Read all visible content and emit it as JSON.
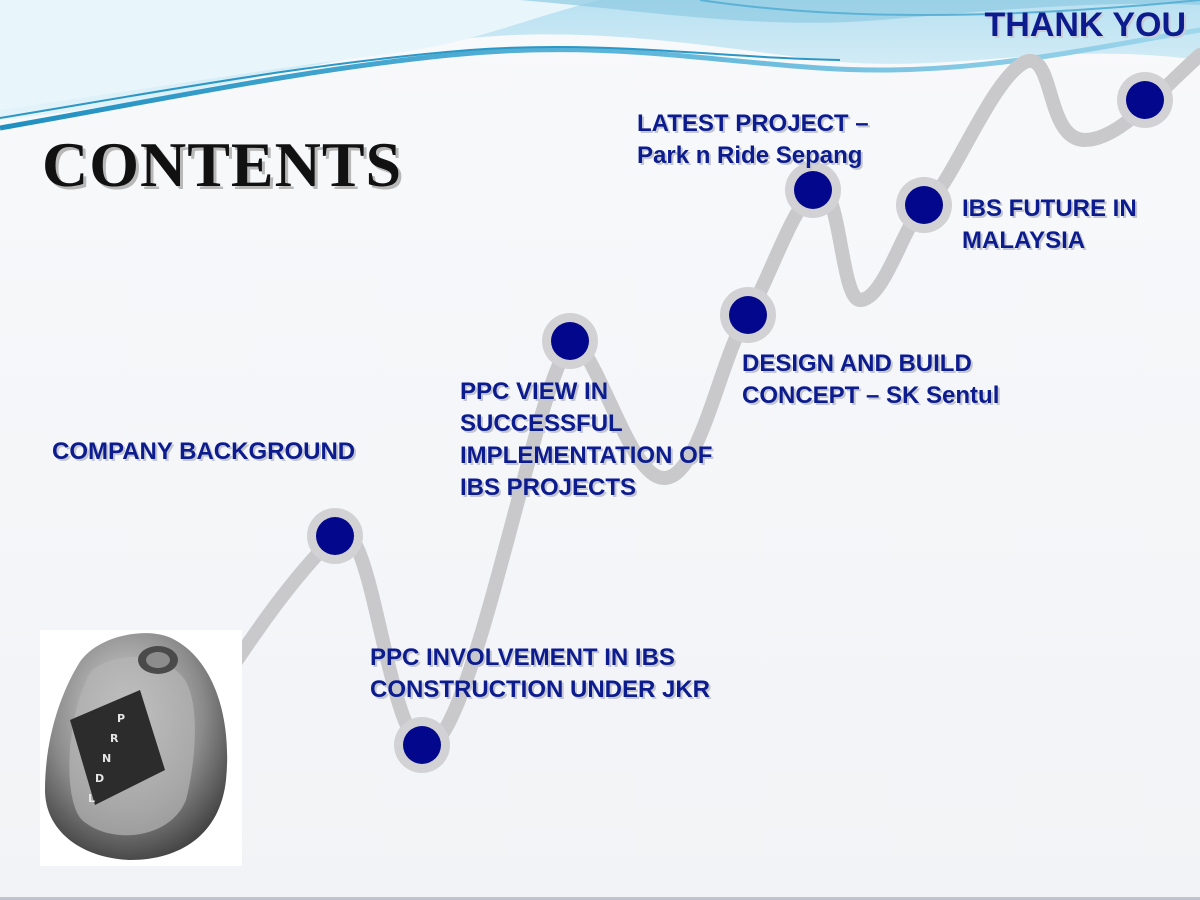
{
  "slide": {
    "title": "CONTENTS",
    "thank_you": "THANK YOU",
    "items": [
      {
        "label": "COMPANY BACKGROUND"
      },
      {
        "label": "PPC INVOLVEMENT IN IBS\nCONSTRUCTION UNDER JKR"
      },
      {
        "label": "PPC VIEW IN\nSUCCESSFUL\nIMPLEMENTATION  OF\nIBS PROJECTS"
      },
      {
        "label": "DESIGN AND BUILD\nCONCEPT – SK Sentul"
      },
      {
        "label": "LATEST PROJECT –\nPark n Ride Sepang"
      },
      {
        "label": "IBS FUTURE IN\nMALAYSIA"
      }
    ],
    "mouse_gear_labels": [
      "P",
      "R",
      "N",
      "D",
      "L"
    ]
  },
  "colors": {
    "label_text": "#0c1c8f",
    "dot_fill": "#03078c",
    "line": "#c8c8ca",
    "wave_light": "#c7e6f3",
    "wave_mid": "#7fc6e2",
    "wave_dark": "#1f8fc0"
  },
  "icons": {
    "mouse_image": "computer-mouse-gear-shift"
  }
}
